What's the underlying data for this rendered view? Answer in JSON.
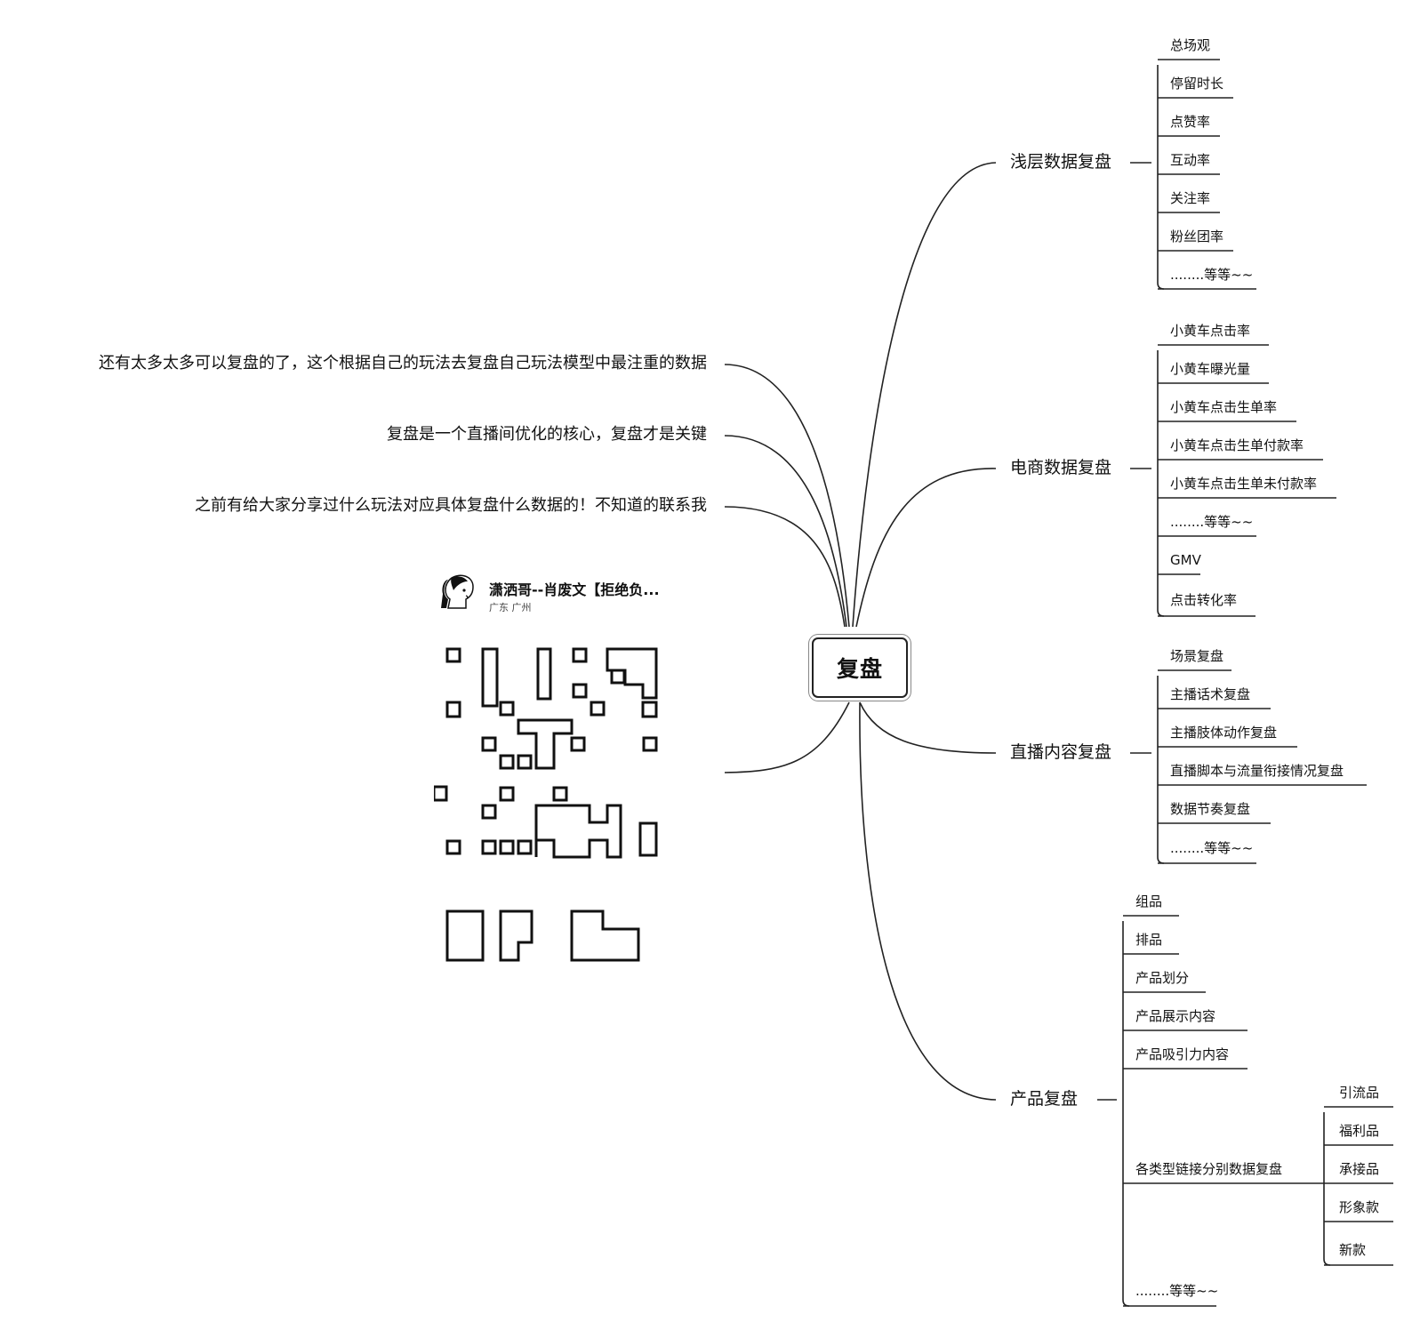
{
  "center": {
    "label": "复盘"
  },
  "branches": {
    "shallow": {
      "label": "浅层数据复盘",
      "items": [
        "总场观",
        "停留时长",
        "点赞率",
        "互动率",
        "关注率",
        "粉丝团率",
        "........等等~~"
      ]
    },
    "ecommerce": {
      "label": "电商数据复盘",
      "items": [
        "小黄车点击率",
        "小黄车曝光量",
        "小黄车点击生单率",
        "小黄车点击生单付款率",
        "小黄车点击生单未付款率",
        "........等等~~",
        "GMV",
        "点击转化率"
      ]
    },
    "live_content": {
      "label": "直播内容复盘",
      "items": [
        "场景复盘",
        "主播话术复盘",
        "主播肢体动作复盘",
        "直播脚本与流量衔接情况复盘",
        "数据节奏复盘",
        "........等等~~"
      ]
    },
    "product": {
      "label": "产品复盘",
      "items": [
        "组品",
        "排品",
        "产品划分",
        "产品展示内容",
        "产品吸引力内容",
        "各类型链接分别数据复盘",
        "........等等~~"
      ],
      "link_types": [
        "引流品",
        "福利品",
        "承接品",
        "形象款",
        "新款"
      ]
    }
  },
  "notes": [
    "还有太多太多可以复盘的了，这个根据自己的玩法去复盘自己玩法模型中最注重的数据",
    "复盘是一个直播间优化的核心，复盘才是关键",
    "之前有给大家分享过什么玩法对应具体复盘什么数据的！不知道的联系我"
  ],
  "contact_card": {
    "name": "潇洒哥--肖废文【拒绝负...",
    "location": "广东 广州",
    "avatar_icon": "portrait-icon",
    "qr_icon": "qr-code-icon"
  }
}
